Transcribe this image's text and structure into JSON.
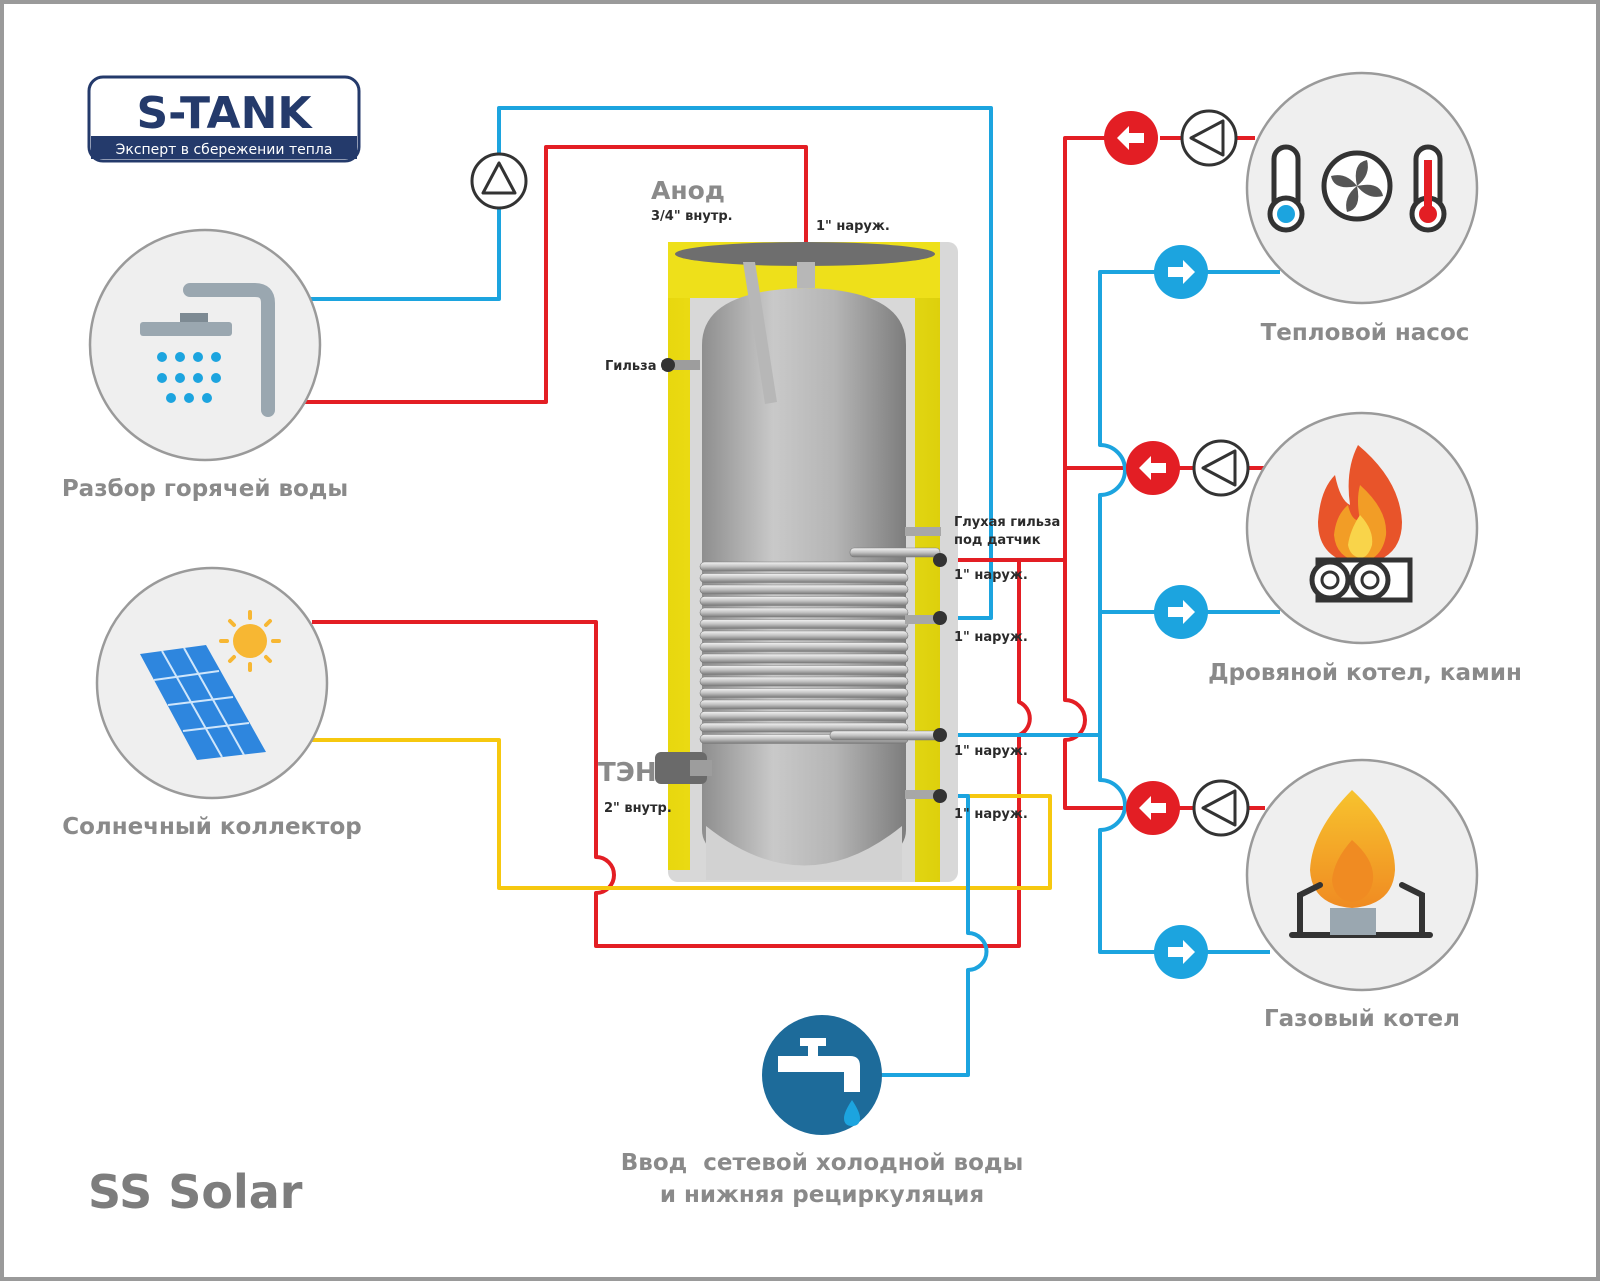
{
  "logo": {
    "brand": "S-TANK",
    "tagline": "Эксперт в сбережении тепла"
  },
  "product": {
    "name": "SS Solar"
  },
  "sources": {
    "hot_water": "Разбор горячей воды",
    "solar": "Солнечный коллектор",
    "heat_pump": "Тепловой насос",
    "wood_boiler": "Дровяной котел, камин",
    "gas_boiler": "Газовый котел",
    "cold_water_line1": "Ввод  сетевой холодной воды",
    "cold_water_line2": "и нижняя рециркуляция"
  },
  "tank_labels": {
    "anode": "Анод",
    "anode_size": "3/4\" внутр.",
    "top_outlet": "1\" наруж.",
    "sleeve": "Гильза",
    "sensor_sleeve_line1": "Глухая гильза",
    "sensor_sleeve_line2": "под датчик",
    "port1": "1\" наруж.",
    "port2": "1\" наруж.",
    "port3": "1\" наруж.",
    "port4": "1\" наруж.",
    "heater": "ТЭН",
    "heater_size": "2\" внутр."
  },
  "colors": {
    "hot": "#e31e24",
    "cold": "#1ca4df",
    "solar": "#f6c80f",
    "insulation": "#f0e61e",
    "frame": "#9a9a9a"
  },
  "icons": {
    "pump": "pump-icon",
    "flow_hot": "arrow-left-icon",
    "flow_cold": "arrow-right-icon",
    "shower": "shower-icon",
    "solar_panel": "solar-panel-icon",
    "heat_pump": "heat-pump-icon",
    "fire": "fire-icon",
    "gas": "gas-flame-icon",
    "tap": "water-tap-icon"
  }
}
